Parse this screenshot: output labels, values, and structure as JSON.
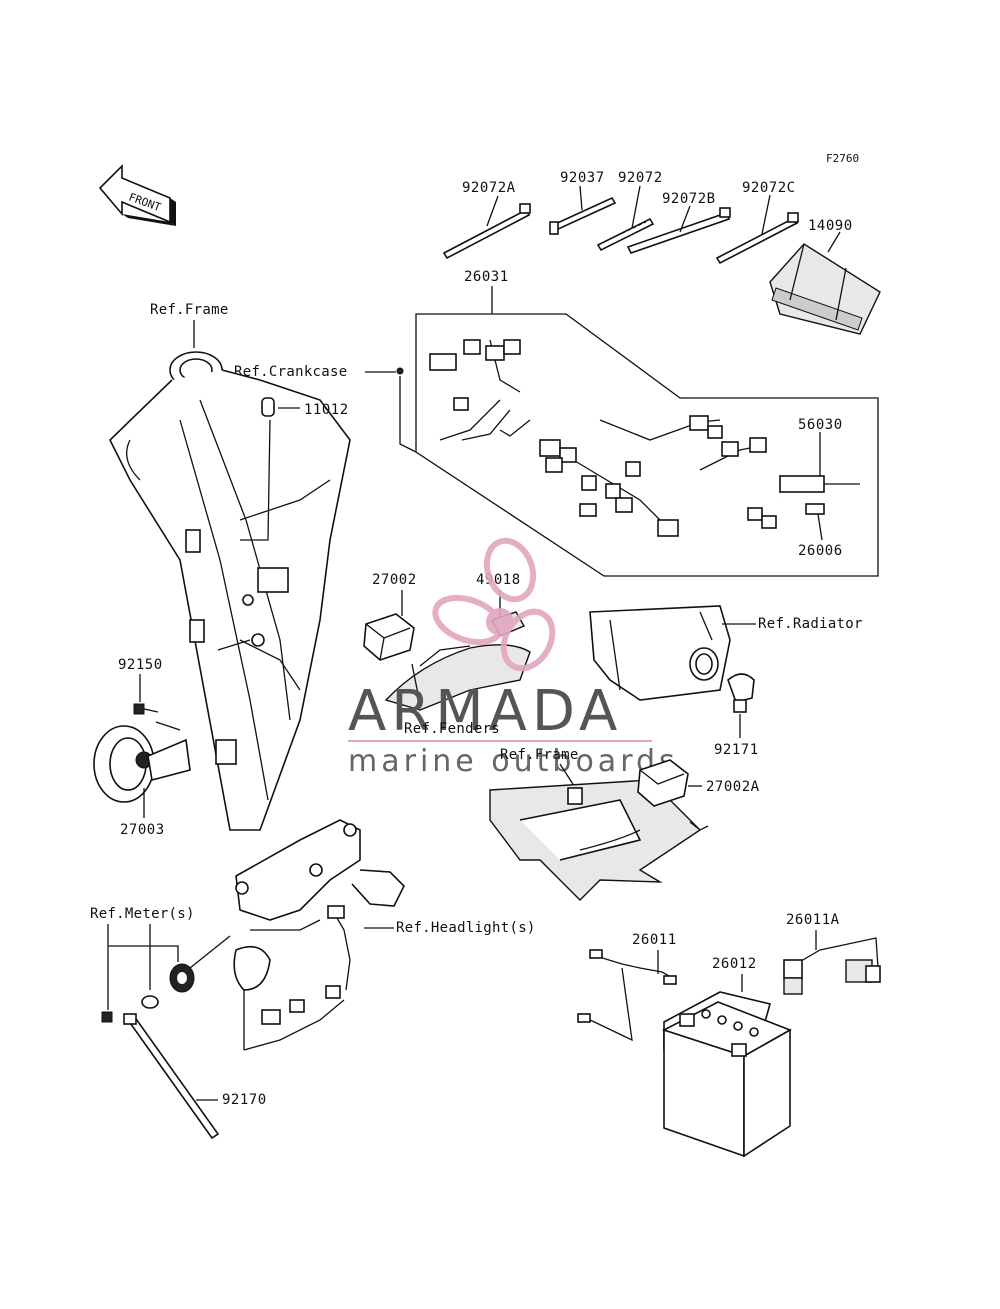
{
  "figure_code": "F2760",
  "front_label": "FRONT",
  "labels": {
    "p92072A": "92072A",
    "p92037": "92037",
    "p92072": "92072",
    "p92072B": "92072B",
    "p92072C": "92072C",
    "p14090": "14090",
    "p26031": "26031",
    "p56030": "56030",
    "p26006": "26006",
    "p11012": "11012",
    "p27002": "27002",
    "p49018": "49018",
    "p92150": "92150",
    "p27003": "27003",
    "p92171": "92171",
    "p27002A": "27002A",
    "p26011": "26011",
    "p26011A": "26011A",
    "p26012": "26012",
    "p92170": "92170"
  },
  "refs": {
    "frame_top": "Ref.Frame",
    "crankcase": "Ref.Crankcase",
    "radiator": "Ref.Radiator",
    "fenders": "Ref.Fenders",
    "frame_mid": "Ref.Frame",
    "meter": "Ref.Meter(s)",
    "headlight": "Ref.Headlight(s)"
  },
  "watermark": {
    "title": "ARMADA",
    "subtitle": "marine outboards",
    "logo_color": "#e2a6c0",
    "line_color": "#e2a6c0"
  }
}
